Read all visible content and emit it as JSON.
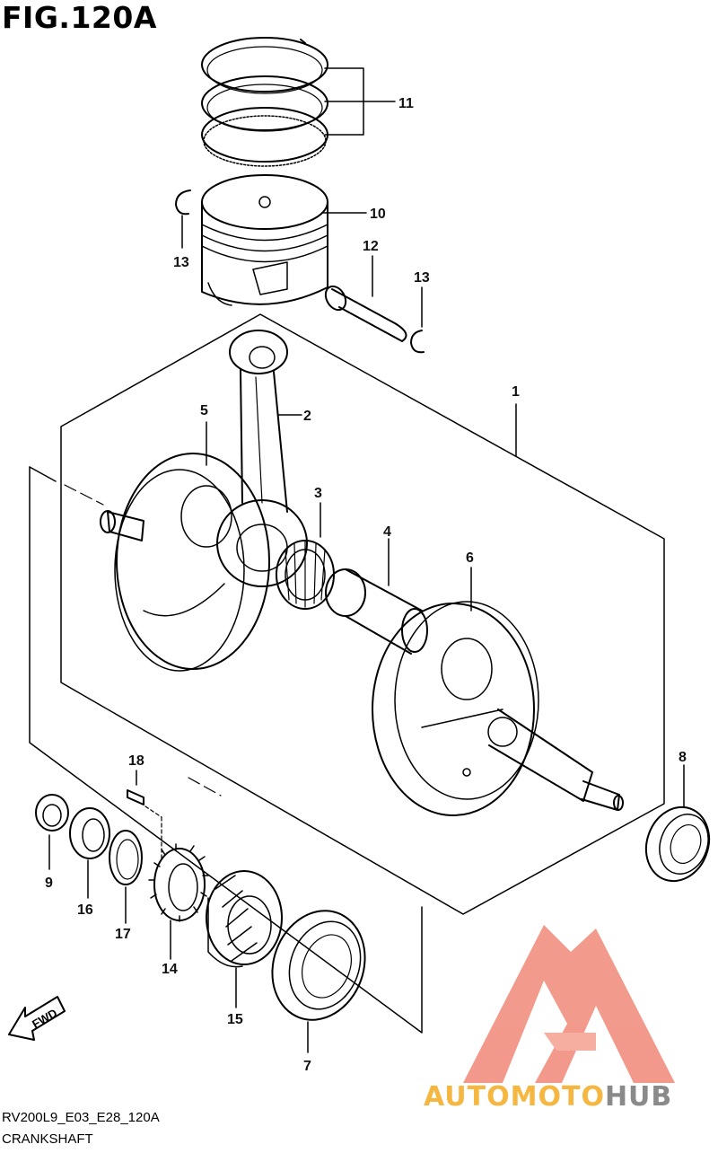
{
  "figure": {
    "title": "FIG.120A"
  },
  "callouts": {
    "c1": "1",
    "c2": "2",
    "c3": "3",
    "c4": "4",
    "c5": "5",
    "c6": "6",
    "c7": "7",
    "c8": "8",
    "c9": "9",
    "c10": "10",
    "c11": "11",
    "c12": "12",
    "c13a": "13",
    "c13b": "13",
    "c14": "14",
    "c15": "15",
    "c16": "16",
    "c17": "17",
    "c18": "18"
  },
  "fwd_label": "FWD",
  "footer": {
    "code": "RV200L9_E03_E28_120A",
    "caption": "CRANKSHAFT"
  },
  "watermark": {
    "part1": "AUTOMOTO",
    "part2": "HUB",
    "colors": {
      "logo": "#f08878",
      "auto": "#f5b740",
      "hub": "#8a8a8a"
    }
  }
}
